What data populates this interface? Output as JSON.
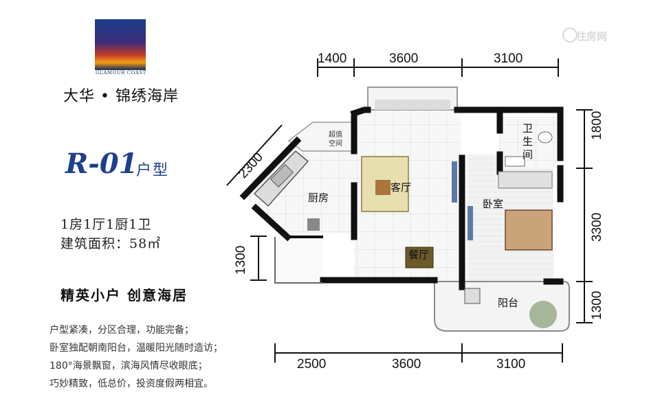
{
  "brand": {
    "logo_caption": "GLAMOUR COAST",
    "title": "大华 • 锦绣海岸",
    "watermark": "住房网"
  },
  "plan": {
    "code": "R-01",
    "code_suffix": "户型",
    "layout": "1房1厅1厨1卫",
    "area": "建筑面积：58㎡",
    "slogan": "精英小户  创意海居"
  },
  "description": [
    "户型紧凑，分区合理，功能完备；",
    "卧室独配朝南阳台，温暖阳光随时造访；",
    "180°海景飘窗，滨海风情尽收眼底；",
    "巧妙精致，低总价，投资度假两相宜。"
  ],
  "dimensions": {
    "top": [
      "1400",
      "3600",
      "3100"
    ],
    "bottom": [
      "2500",
      "3600",
      "3100"
    ],
    "right": [
      "1800",
      "3300",
      "1300"
    ],
    "left": "1300",
    "diagonal": "2300"
  },
  "rooms": {
    "storage": "超值空间",
    "kitchen": "厨房",
    "living": "客厅",
    "dining": "餐厅",
    "bedroom": "卧室",
    "bathroom": "卫生间",
    "balcony": "阳台"
  },
  "colors": {
    "accent_blue": "#1e3f8c",
    "wall": "#111111",
    "floor_grid": "#e6e6e6"
  }
}
